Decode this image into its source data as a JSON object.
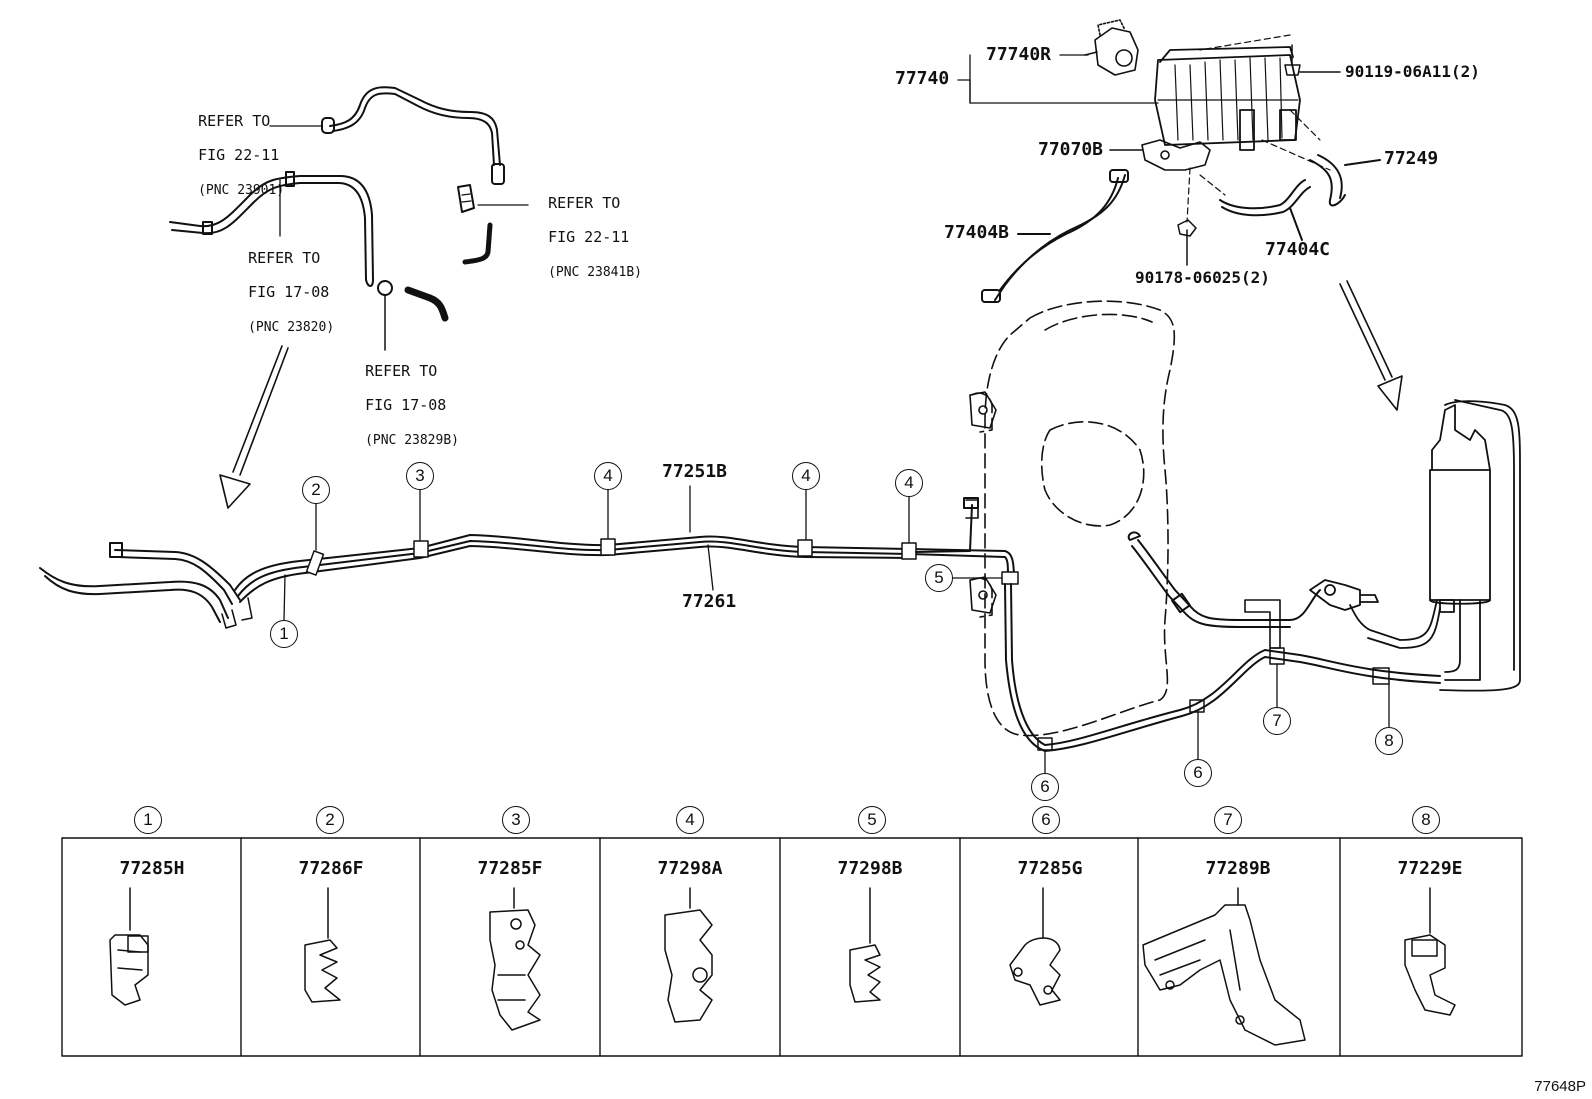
{
  "diagram_code": "77648P",
  "refs": {
    "r1": {
      "l1": "REFER TO",
      "l2": "FIG 22-11",
      "pnc": "(PNC 23901)"
    },
    "r2": {
      "l1": "REFER TO",
      "l2": "FIG 17-08",
      "pnc": "(PNC 23820)"
    },
    "r3": {
      "l1": "REFER TO",
      "l2": "FIG 22-11",
      "pnc": "(PNC 23841B)"
    },
    "r4": {
      "l1": "REFER TO",
      "l2": "FIG 17-08",
      "pnc": "(PNC 23829B)"
    }
  },
  "parts": {
    "p77740": "77740",
    "p77740R": "77740R",
    "p90119": "90119-06A11(2)",
    "p77070B": "77070B",
    "p77249": "77249",
    "p77404B": "77404B",
    "p77404C": "77404C",
    "p90178": "90178-06025(2)",
    "p77251B": "77251B",
    "p77261": "77261"
  },
  "callouts": {
    "c1": "1",
    "c2": "2",
    "c3": "3",
    "c4": "4",
    "c5": "5",
    "c6": "6",
    "c7": "7",
    "c8": "8"
  },
  "table": {
    "cells": [
      {
        "num": "1",
        "part": "77285H"
      },
      {
        "num": "2",
        "part": "77286F"
      },
      {
        "num": "3",
        "part": "77285F"
      },
      {
        "num": "4",
        "part": "77298A"
      },
      {
        "num": "5",
        "part": "77298B"
      },
      {
        "num": "6",
        "part": "77285G"
      },
      {
        "num": "7",
        "part": "77289B"
      },
      {
        "num": "8",
        "part": "77229E"
      }
    ]
  }
}
